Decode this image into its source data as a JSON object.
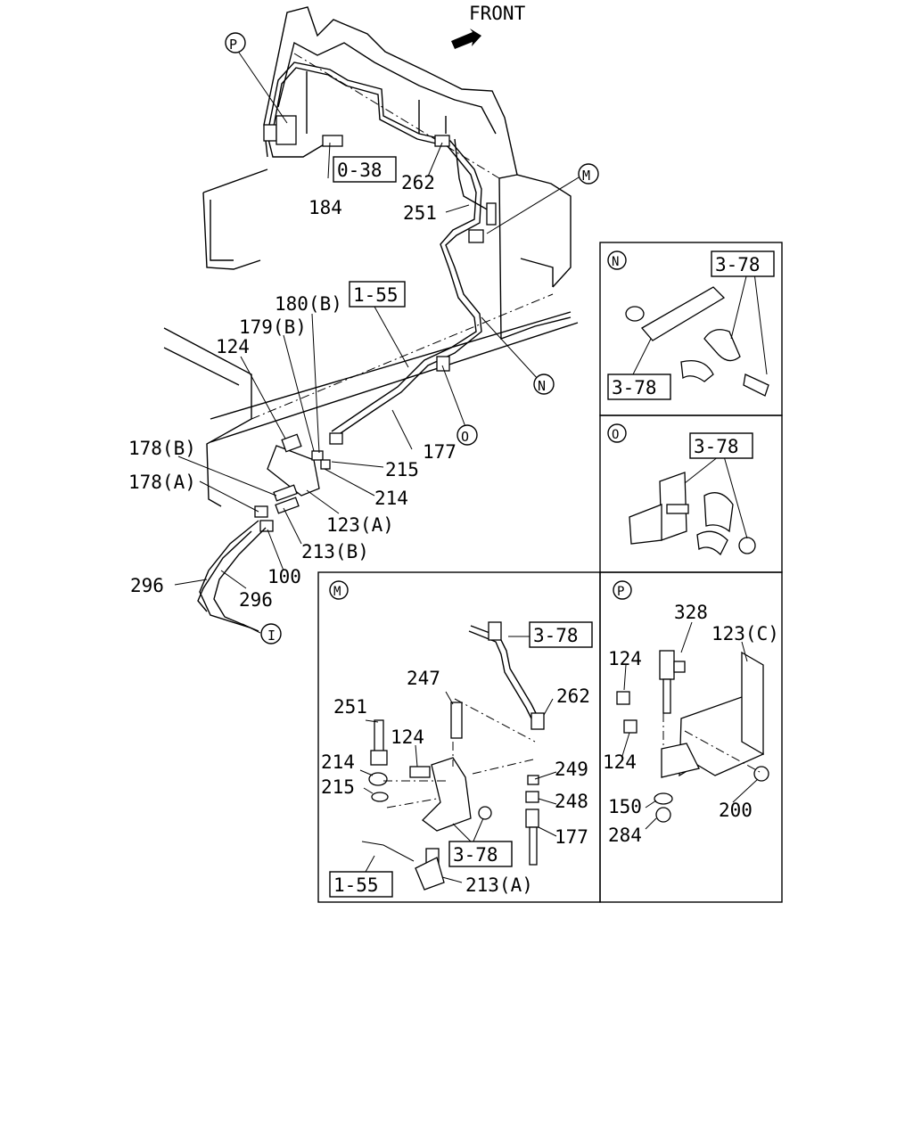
{
  "header": {
    "front_label": "FRONT"
  },
  "callouts": {
    "P": "P",
    "M": "M",
    "N": "N",
    "O": "O",
    "I": "I"
  },
  "refs": {
    "r038": "0-38",
    "r155_main": "1-55",
    "r378_n_top": "3-78",
    "r378_n_bot": "3-78",
    "r378_o": "3-78",
    "r378_m_top": "3-78",
    "r378_m_bot": "3-78",
    "r155_m": "1-55"
  },
  "main_labels": {
    "l184": "184",
    "l262": "262",
    "l251": "251",
    "l180b": "180(B)",
    "l179b": "179(B)",
    "l124": "124",
    "l178b": "178(B)",
    "l178a": "178(A)",
    "l215": "215",
    "l214": "214",
    "l177": "177",
    "l123a": "123(A)",
    "l213b": "213(B)",
    "l100": "100",
    "l296a": "296",
    "l296b": "296"
  },
  "panel_m_labels": {
    "l247": "247",
    "l262": "262",
    "l251": "251",
    "l124": "124",
    "l214": "214",
    "l215": "215",
    "l249": "249",
    "l248": "248",
    "l177": "177",
    "l213a": "213(A)"
  },
  "panel_p_labels": {
    "l328": "328",
    "l123c": "123(C)",
    "l124a": "124",
    "l124b": "124",
    "l150": "150",
    "l200": "200",
    "l284": "284"
  },
  "panels": {
    "n": "N",
    "o": "O",
    "m": "M",
    "p": "P"
  }
}
